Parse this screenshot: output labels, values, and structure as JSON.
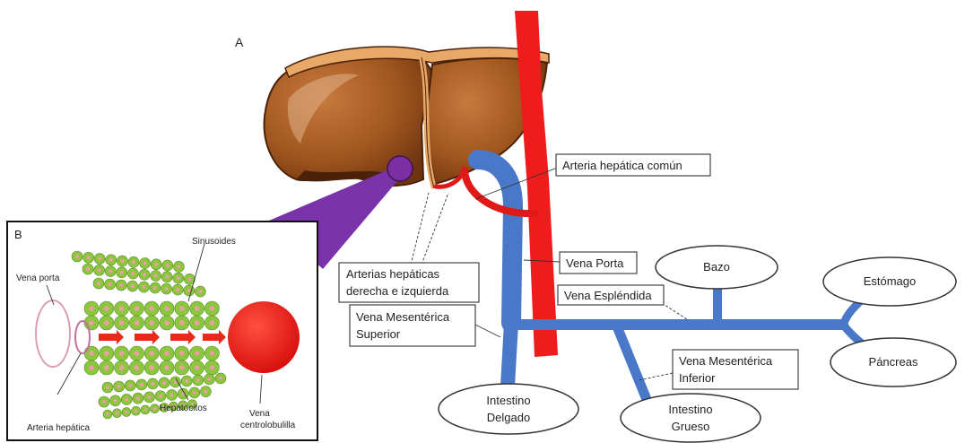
{
  "panel_a": {
    "letter": "A",
    "labels": {
      "arteria_hepatica_comun": "Arteria hepática común",
      "arterias_hepaticas_1": "Arterias hepáticas",
      "arterias_hepaticas_2": "derecha e izquierda",
      "vena_porta": "Vena Porta",
      "vena_esplendida": "Vena Espléndida",
      "vena_mes_sup_1": "Vena Mesentérica",
      "vena_mes_sup_2": "Superior",
      "vena_mes_inf_1": "Vena Mesentérica",
      "vena_mes_inf_2": "Inferior"
    },
    "organs": {
      "bazo": "Bazo",
      "estomago": "Estómago",
      "pancreas": "Páncreas",
      "intestino_delgado_1": "Intestino",
      "intestino_delgado_2": "Delgado",
      "intestino_grueso_1": "Intestino",
      "intestino_grueso_2": "Grueso"
    }
  },
  "panel_b": {
    "letter": "B",
    "labels": {
      "sinusoides": "Sinusoides",
      "vena_porta": "Vena porta",
      "arteria_hepatica": "Arteria hepática",
      "hepatocitos": "Hepatocitos",
      "vena_centro_1": "Vena",
      "vena_centro_2": "centrolobulilla"
    }
  },
  "colors": {
    "liver": "#a0561e",
    "liver_dark": "#5a2a0c",
    "liver_rim": "#e8a868",
    "aorta": "#ee1c1c",
    "portal_vein": "#4a78c8",
    "hepatic_artery": "#e01818",
    "node": "#7b2fa3",
    "wedge": "#7a33a8",
    "hepatocyte": "#8cc63f",
    "hepatocyte_core": "#e8a0a0",
    "central_vein": "#ee1c1c"
  }
}
